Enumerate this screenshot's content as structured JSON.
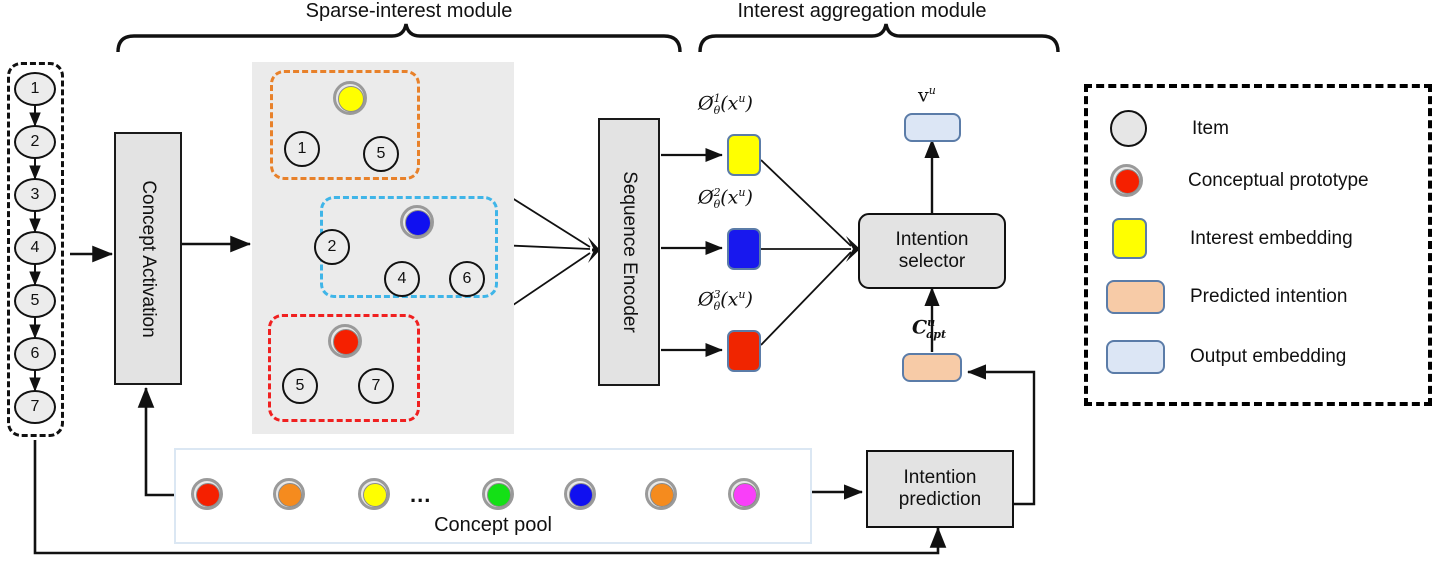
{
  "titles": {
    "sparse_module": "Sparse-interest module",
    "aggregation_module": "Interest aggregation module"
  },
  "input_sequence": {
    "name": "user-item-sequence",
    "items": [
      "1",
      "2",
      "3",
      "4",
      "5",
      "6",
      "7"
    ]
  },
  "blocks": {
    "concept_activation": "Concept Activation",
    "sequence_encoder": "Sequence Encoder",
    "intention_selector_line1": "Intention",
    "intention_selector_line2": "selector",
    "intention_prediction_line1": "Intention",
    "intention_prediction_line2": "prediction"
  },
  "subgraphs": [
    {
      "id": "subgraph-1",
      "border_color": "#e8812a",
      "prototype_color": "#ffff00",
      "nodes": [
        "1",
        "5"
      ]
    },
    {
      "id": "subgraph-2",
      "border_color": "#3fb5e8",
      "prototype_color": "#1010f0",
      "nodes": [
        "2",
        "4",
        "6"
      ]
    },
    {
      "id": "subgraph-3",
      "border_color": "#f02020",
      "prototype_color": "#f52000",
      "nodes": [
        "5",
        "7"
      ]
    }
  ],
  "interest_embeddings": [
    {
      "label_base": "Ø",
      "sub": "θ",
      "sup": "1",
      "arg": "(x",
      "arg_sup": "u",
      "arg_close": ")",
      "color": "#ffff00"
    },
    {
      "label_base": "Ø",
      "sub": "θ",
      "sup": "2",
      "arg": "(x",
      "arg_sup": "u",
      "arg_close": ")",
      "color": "#1818ee"
    },
    {
      "label_base": "Ø",
      "sub": "θ",
      "sup": "3",
      "arg": "(x",
      "arg_sup": "u",
      "arg_close": ")",
      "color": "#f02500"
    }
  ],
  "math_labels": {
    "output_embedding": "v",
    "output_embedding_sup": "u",
    "predicted_intention": "C",
    "predicted_intention_sub": "apt",
    "predicted_intention_sup": "u"
  },
  "concept_pool": {
    "label": "Concept pool",
    "ellipsis": "...",
    "circles": [
      "#f52000",
      "#f58b1e",
      "#ffff00",
      "#14e016",
      "#1010f0",
      "#f58b1e",
      "#f93ff9"
    ]
  },
  "legend": {
    "items": [
      {
        "label": "Item",
        "shape": "circle-plain",
        "color": "#e6e6e6"
      },
      {
        "label": "Conceptual prototype",
        "shape": "circle-ring",
        "color": "#f52000"
      },
      {
        "label": "Interest embedding",
        "shape": "square",
        "color": "#ffff00"
      },
      {
        "label": "Predicted intention",
        "shape": "rounded-rect",
        "color": "#f7cba7"
      },
      {
        "label": "Output embedding",
        "shape": "rounded-rect",
        "color": "#dce6f5"
      }
    ]
  },
  "colors": {
    "panel_gray": "#ebebeb",
    "box_gray": "#e3e3e3",
    "stroke": "#111111",
    "pool_border": "#dbe7f3",
    "output_fill": "#dce6f5",
    "output_border": "#5b7ca8",
    "intention_fill": "#f7cba7",
    "intention_border": "#5b7ca8"
  }
}
